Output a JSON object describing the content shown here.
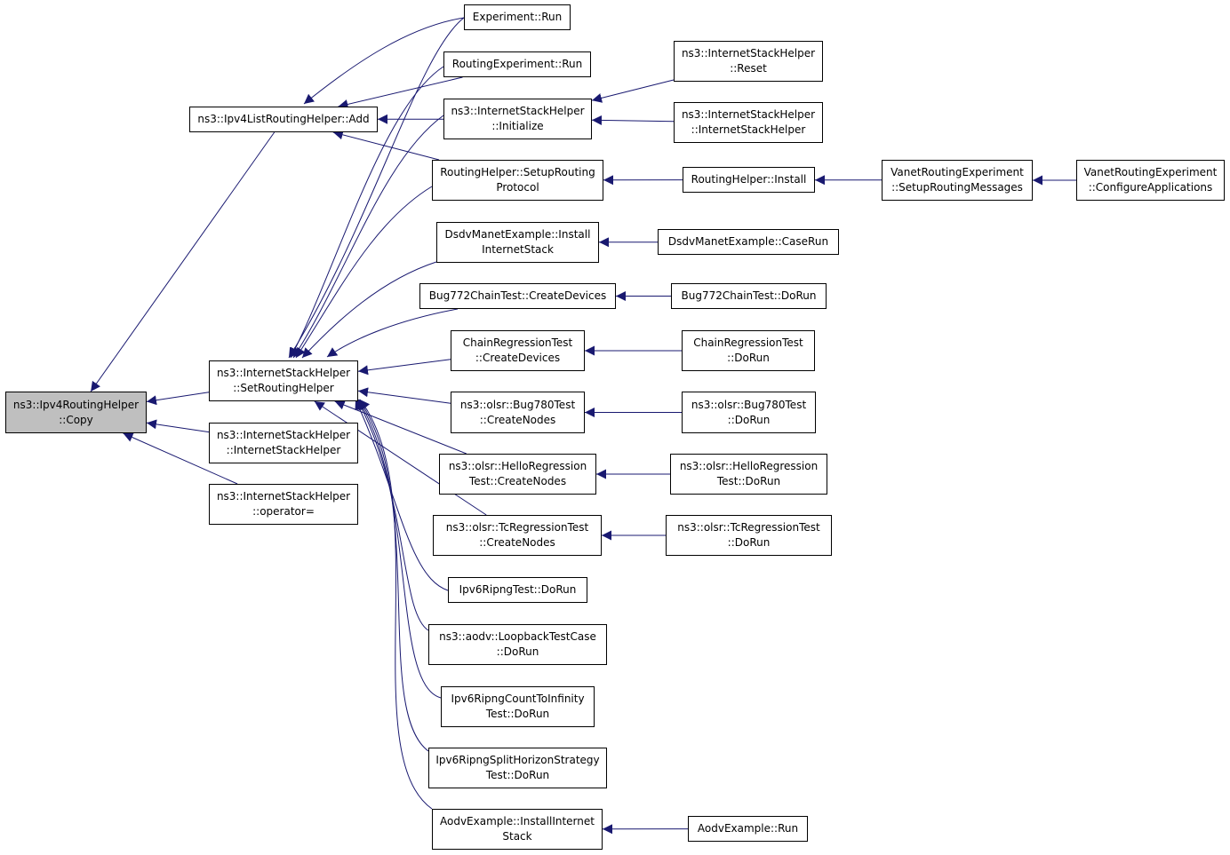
{
  "colors": {
    "edge": "#191970",
    "node_border": "#000000",
    "current_fill": "#bfbfbf",
    "node_fill": "#ffffff"
  },
  "nodes": [
    {
      "id": "copy",
      "lines": [
        "ns3::Ipv4RoutingHelper",
        "::Copy"
      ],
      "current": true
    },
    {
      "id": "ipv4list-add",
      "lines": [
        "ns3::Ipv4ListRoutingHelper::Add"
      ]
    },
    {
      "id": "ish-setrouting",
      "lines": [
        "ns3::InternetStackHelper",
        "::SetRoutingHelper"
      ]
    },
    {
      "id": "ish-ctor-a",
      "lines": [
        "ns3::InternetStackHelper",
        "::InternetStackHelper"
      ]
    },
    {
      "id": "ish-operator",
      "lines": [
        "ns3::InternetStackHelper",
        "::operator="
      ]
    },
    {
      "id": "experiment-run",
      "lines": [
        "Experiment::Run"
      ]
    },
    {
      "id": "routingexp-run",
      "lines": [
        "RoutingExperiment::Run"
      ]
    },
    {
      "id": "ish-initialize",
      "lines": [
        "ns3::InternetStackHelper",
        "::Initialize"
      ]
    },
    {
      "id": "routinghelper-setup",
      "lines": [
        "RoutingHelper::SetupRouting",
        "Protocol"
      ]
    },
    {
      "id": "dsdv-install",
      "lines": [
        "DsdvManetExample::Install",
        "InternetStack"
      ]
    },
    {
      "id": "bug772-create",
      "lines": [
        "Bug772ChainTest::CreateDevices"
      ]
    },
    {
      "id": "chainreg-create",
      "lines": [
        "ChainRegressionTest",
        "::CreateDevices"
      ]
    },
    {
      "id": "bug780-create",
      "lines": [
        "ns3::olsr::Bug780Test",
        "::CreateNodes"
      ]
    },
    {
      "id": "hello-create",
      "lines": [
        "ns3::olsr::HelloRegression",
        "Test::CreateNodes"
      ]
    },
    {
      "id": "tc-create",
      "lines": [
        "ns3::olsr::TcRegressionTest",
        "::CreateNodes"
      ]
    },
    {
      "id": "ipv6ripng-dorun",
      "lines": [
        "Ipv6RipngTest::DoRun"
      ]
    },
    {
      "id": "aodv-loopback",
      "lines": [
        "ns3::aodv::LoopbackTestCase",
        "::DoRun"
      ]
    },
    {
      "id": "ripng-count",
      "lines": [
        "Ipv6RipngCountToInfinity",
        "Test::DoRun"
      ]
    },
    {
      "id": "ripng-split",
      "lines": [
        "Ipv6RipngSplitHorizonStrategy",
        "Test::DoRun"
      ]
    },
    {
      "id": "aodv-install",
      "lines": [
        "AodvExample::InstallInternet",
        "Stack"
      ]
    },
    {
      "id": "ish-reset",
      "lines": [
        "ns3::InternetStackHelper",
        "::Reset"
      ]
    },
    {
      "id": "ish-ctor-b",
      "lines": [
        "ns3::InternetStackHelper",
        "::InternetStackHelper"
      ]
    },
    {
      "id": "routinghelper-install",
      "lines": [
        "RoutingHelper::Install"
      ]
    },
    {
      "id": "vanet-setup",
      "lines": [
        "VanetRoutingExperiment",
        "::SetupRoutingMessages"
      ]
    },
    {
      "id": "vanet-configure",
      "lines": [
        "VanetRoutingExperiment",
        "::ConfigureApplications"
      ]
    },
    {
      "id": "dsdv-caserun",
      "lines": [
        "DsdvManetExample::CaseRun"
      ]
    },
    {
      "id": "bug772-dorun",
      "lines": [
        "Bug772ChainTest::DoRun"
      ]
    },
    {
      "id": "chainreg-dorun",
      "lines": [
        "ChainRegressionTest",
        "::DoRun"
      ]
    },
    {
      "id": "bug780-dorun",
      "lines": [
        "ns3::olsr::Bug780Test",
        "::DoRun"
      ]
    },
    {
      "id": "hello-dorun",
      "lines": [
        "ns3::olsr::HelloRegression",
        "Test::DoRun"
      ]
    },
    {
      "id": "tc-dorun",
      "lines": [
        "ns3::olsr::TcRegressionTest",
        "::DoRun"
      ]
    },
    {
      "id": "aodv-run",
      "lines": [
        "AodvExample::Run"
      ]
    }
  ],
  "edges": [
    [
      "ipv4list-add",
      "copy"
    ],
    [
      "ish-setrouting",
      "copy"
    ],
    [
      "ish-ctor-a",
      "copy"
    ],
    [
      "ish-operator",
      "copy"
    ],
    [
      "experiment-run",
      "ipv4list-add"
    ],
    [
      "routingexp-run",
      "ipv4list-add"
    ],
    [
      "ish-initialize",
      "ipv4list-add"
    ],
    [
      "routinghelper-setup",
      "ipv4list-add"
    ],
    [
      "experiment-run",
      "ish-setrouting"
    ],
    [
      "routingexp-run",
      "ish-setrouting"
    ],
    [
      "ish-initialize",
      "ish-setrouting"
    ],
    [
      "routinghelper-setup",
      "ish-setrouting"
    ],
    [
      "dsdv-install",
      "ish-setrouting"
    ],
    [
      "bug772-create",
      "ish-setrouting"
    ],
    [
      "chainreg-create",
      "ish-setrouting"
    ],
    [
      "bug780-create",
      "ish-setrouting"
    ],
    [
      "hello-create",
      "ish-setrouting"
    ],
    [
      "tc-create",
      "ish-setrouting"
    ],
    [
      "ipv6ripng-dorun",
      "ish-setrouting"
    ],
    [
      "aodv-loopback",
      "ish-setrouting"
    ],
    [
      "ripng-count",
      "ish-setrouting"
    ],
    [
      "ripng-split",
      "ish-setrouting"
    ],
    [
      "aodv-install",
      "ish-setrouting"
    ],
    [
      "ish-reset",
      "ish-initialize"
    ],
    [
      "ish-ctor-b",
      "ish-initialize"
    ],
    [
      "routinghelper-install",
      "routinghelper-setup"
    ],
    [
      "vanet-setup",
      "routinghelper-install"
    ],
    [
      "vanet-configure",
      "vanet-setup"
    ],
    [
      "dsdv-caserun",
      "dsdv-install"
    ],
    [
      "bug772-dorun",
      "bug772-create"
    ],
    [
      "chainreg-dorun",
      "chainreg-create"
    ],
    [
      "bug780-dorun",
      "bug780-create"
    ],
    [
      "hello-dorun",
      "hello-create"
    ],
    [
      "tc-dorun",
      "tc-create"
    ],
    [
      "aodv-run",
      "aodv-install"
    ]
  ]
}
